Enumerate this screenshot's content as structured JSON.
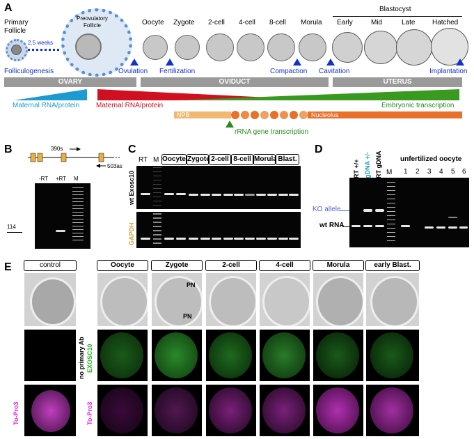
{
  "panel_letters": {
    "a": "A",
    "b": "B",
    "c": "C",
    "d": "D",
    "e": "E"
  },
  "panelA": {
    "primary_follicle": "Primary\nFollicle",
    "preovulatory": "Preovulatory\nFollicle",
    "weeks": "2.5 weeks",
    "stages": [
      "Oocyte",
      "Zygote",
      "2-cell",
      "4-cell",
      "8-cell",
      "Morula",
      "Early",
      "Mid",
      "Late",
      "Hatched"
    ],
    "blastocyst": "Blastocyst",
    "events": [
      "Folliculogenesis",
      "Ovulation",
      "Fertilization",
      "Compaction",
      "Cavitation",
      "Implantation"
    ],
    "organs": [
      "OVARY",
      "OVIDUCT",
      "UTERUS"
    ],
    "maternal_blue": "Maternal RNA/protein",
    "maternal_red": "Maternal RNA/protein",
    "embryonic": "Embryonic transcription",
    "npb": "NPB",
    "nucleolus": "Nucleolus",
    "rrna": "rRNA gene transcription",
    "colors": {
      "blue": "#1030d0",
      "red": "#d01020",
      "green": "#3a9a20",
      "orange": "#e8702a",
      "light_orange": "#f0b870",
      "gray": "#9a9a9a",
      "cyan": "#1b9bd0"
    }
  },
  "panelB": {
    "primer_f": "390s",
    "primer_r": "503as",
    "lanes": [
      "-RT",
      "+RT",
      "M"
    ],
    "size": "114"
  },
  "panelC": {
    "lanes_left": [
      "RT",
      "M"
    ],
    "stages": [
      "Oocyte",
      "Zygote",
      "2-cell",
      "8-cell",
      "Morula",
      "Blast."
    ],
    "rows": [
      "wt Exosc10",
      "GAPDH"
    ]
  },
  "panelD": {
    "lanes_left": [
      "RT +/+",
      "gDNA +/-",
      "RT gDNA",
      "M"
    ],
    "header": "unfertilized oocyte",
    "lane_numbers": [
      "1",
      "2",
      "3",
      "4",
      "5",
      "6"
    ],
    "ko": "KO allele",
    "wt": "wt RNA"
  },
  "panelE": {
    "control": "control",
    "stages": [
      "Oocyte",
      "Zygote",
      "2-cell",
      "4-cell",
      "Morula",
      "early Blast."
    ],
    "row_labels": [
      "no primary Ab",
      "EXOSC10",
      "To-Pro3",
      "To-Pro3"
    ],
    "pn": "PN"
  }
}
